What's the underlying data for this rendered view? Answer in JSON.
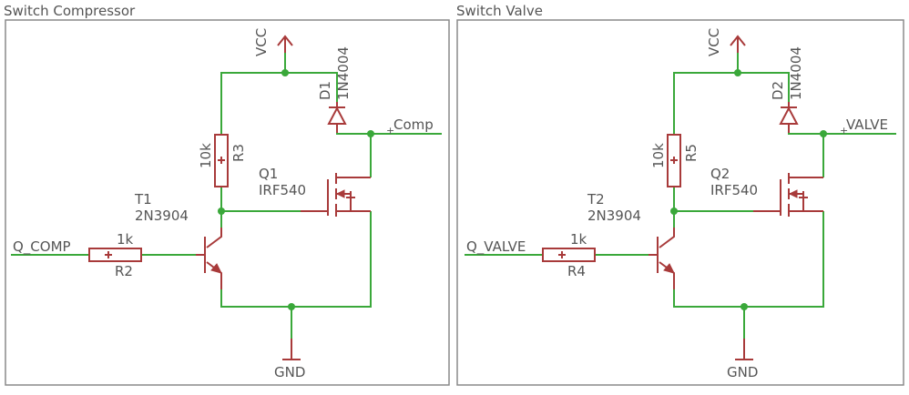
{
  "sheets": [
    {
      "title": "Switch Compressor",
      "vcc": "VCC",
      "gnd": "GND",
      "diode_name": "D1",
      "diode_value": "1N4004",
      "resistor_top_name": "R3",
      "resistor_top_value": "10k",
      "resistor_base_name": "R2",
      "resistor_base_value": "1k",
      "mosfet_name": "Q1",
      "mosfet_value": "IRF540",
      "bjt_name": "T1",
      "bjt_value": "2N3904",
      "input_net": "Q_COMP",
      "output_net": "Comp",
      "output_prefix": "+"
    },
    {
      "title": "Switch Valve",
      "vcc": "VCC",
      "gnd": "GND",
      "diode_name": "D2",
      "diode_value": "1N4004",
      "resistor_top_name": "R5",
      "resistor_top_value": "10k",
      "resistor_base_name": "R4",
      "resistor_base_value": "1k",
      "mosfet_name": "Q2",
      "mosfet_value": "IRF540",
      "bjt_name": "T2",
      "bjt_value": "2N3904",
      "input_net": "Q_VALVE",
      "output_net": "VALVE",
      "output_prefix": "+"
    }
  ],
  "colors": {
    "wire": "#3aa83a",
    "component": "#a83a3a",
    "frame": "#8a8a8a",
    "text": "#555555"
  }
}
